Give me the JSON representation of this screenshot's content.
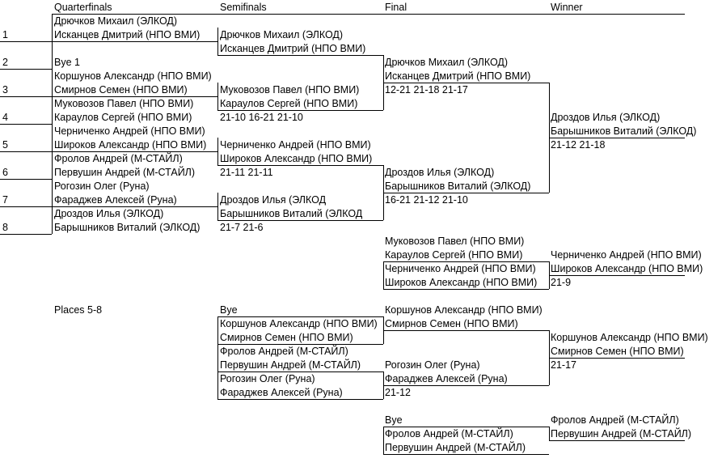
{
  "headers": {
    "qf": "Quarterfinals",
    "sf": "Semifinals",
    "final": "Final",
    "winner": "Winner"
  },
  "seeds": [
    "1",
    "2",
    "3",
    "4",
    "5",
    "6",
    "7",
    "8"
  ],
  "qf": [
    {
      "p1": "Дрючков Михаил (ЭЛКОД)",
      "p2": "Исканцев Дмитрий (НПО ВМИ)"
    },
    {
      "p1": "Bye 1",
      "p2": "Коршунов Александр (НПО ВМИ)"
    },
    {
      "p1": "Смирнов Семен (НПО ВМИ)",
      "p2": "Муковозов Павел (НПО ВМИ)"
    },
    {
      "p1": "Караулов Сергей (НПО ВМИ)",
      "p2": "Черниченко Андрей (НПО ВМИ)"
    },
    {
      "p1": "Широков Александр (НПО ВМИ)",
      "p2": "Фролов Андрей (М-СТАЙЛ)"
    },
    {
      "p1": "Первушин Андрей (М-СТАЙЛ)",
      "p2": "Рогозин Олег (Руна)"
    },
    {
      "p1": "Фараджев Алексей (Руна)",
      "p2": "Дроздов Илья (ЭЛКОД)"
    },
    {
      "p1": "Барышников Виталий (ЭЛКОД)"
    }
  ],
  "sf": [
    {
      "p1": "Дрючков Михаил (ЭЛКОД)",
      "p2": "Исканцев Дмитрий (НПО ВМИ)",
      "score": ""
    },
    {
      "p1": "Муковозов Павел (НПО ВМИ)",
      "p2": "Караулов Сергей (НПО ВМИ)",
      "score": "21-10 16-21 21-10"
    },
    {
      "p1": "Черниченко Андрей (НПО ВМИ)",
      "p2": "Широков Александр (НПО ВМИ)",
      "score": "21-11 21-11"
    },
    {
      "p1": "Дроздов Илья (ЭЛКОД",
      "p2": "Барышников Виталий (ЭЛКОД",
      "score": "21-7 21-6"
    }
  ],
  "final": [
    {
      "p1": "Дрючков Михаил (ЭЛКОД)",
      "p2": "Исканцев Дмитрий (НПО ВМИ)",
      "score": "12-21 21-18 21-17"
    },
    {
      "p1": "Дроздов Илья (ЭЛКОД)",
      "p2": "Барышников Виталий (ЭЛКОД)",
      "score": "16-21 21-12 21-10"
    }
  ],
  "winner": {
    "p1": "Дроздов Илья (ЭЛКОД)",
    "p2": "Барышников Виталий (ЭЛКОД)",
    "score": "21-12 21-18"
  },
  "third": {
    "a1": "Муковозов Павел (НПО ВМИ)",
    "a2": "Караулов Сергей (НПО ВМИ)",
    "b1": "Черниченко Андрей (НПО ВМИ)",
    "b2": "Широков Александр (НПО ВМИ)",
    "w1": "Черниченко Андрей (НПО ВМИ)",
    "w2": "Широков Александр (НПО ВМИ)",
    "score": "21-9"
  },
  "places58": {
    "title": "Places 5-8",
    "sf": [
      "Bye",
      "Коршунов Александр (НПО ВМИ)",
      "Смирнов Семен (НПО ВМИ)",
      "Фролов Андрей (М-СТАЙЛ)",
      "Первушин Андрей (М-СТАЙЛ)",
      "Рогозин Олег (Руна)",
      "Фараджев Алексей (Руна)"
    ],
    "final": [
      {
        "p1": "Коршунов Александр (НПО ВМИ)",
        "p2": "Смирнов Семен (НПО ВМИ)",
        "score": ""
      },
      {
        "p1": "Рогозин Олег (Руна)",
        "p2": "Фараджев Алексей (Руна)",
        "score": "21-12"
      }
    ],
    "winner": {
      "p1": "Коршунов Александр (НПО ВМИ)",
      "p2": "Смирнов Семен (НПО ВМИ)",
      "score": "21-17"
    }
  },
  "places78": {
    "p1": "Bye",
    "p2": "Фролов Андрей (М-СТАЙЛ)",
    "p3": "Первушин Андрей (М-СТАЙЛ)",
    "w1": "Фролов Андрей (М-СТАЙЛ)",
    "w2": "Первушин Андрей (М-СТАЙЛ)"
  }
}
